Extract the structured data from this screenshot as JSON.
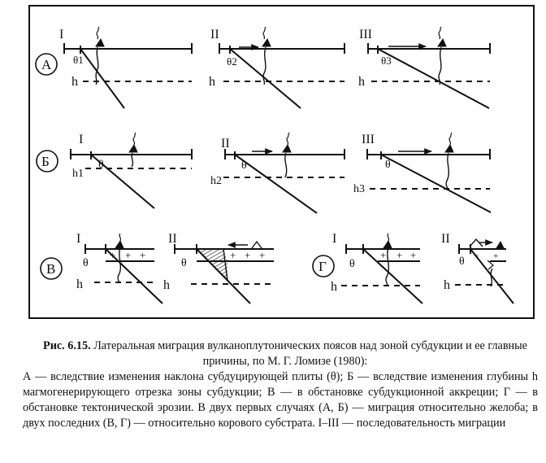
{
  "panels": {
    "A": {
      "letter": "А",
      "stages": [
        "I",
        "II",
        "III"
      ],
      "angles": [
        "θ1",
        "θ2",
        "θ3"
      ],
      "depth": [
        "h",
        "h",
        "h"
      ]
    },
    "B": {
      "letter": "Б",
      "stages": [
        "I",
        "II",
        "III"
      ],
      "angles": [
        "θ",
        "θ",
        "θ"
      ],
      "depth": [
        "h1",
        "h2",
        "h3"
      ]
    },
    "V": {
      "letter": "В",
      "stages": [
        "I",
        "II"
      ],
      "angles": [
        "θ",
        "θ"
      ],
      "depth": [
        "h",
        "h"
      ],
      "plus": "+"
    },
    "G": {
      "letter": "Г",
      "stages": [
        "I",
        "II"
      ],
      "angles": [
        "θ",
        "θ"
      ],
      "depth": [
        "h",
        "h"
      ],
      "plus": "+"
    }
  },
  "caption": {
    "title_bold": "Рис. 6.15.",
    "title_rest": " Латеральная миграция вулканоплутонических поясов над зоной субдукции и ее главные причины, по М. Г. Ломизе (1980):",
    "body": "А — вследствие изменения наклона субдуцирующей плиты (θ); Б — вследствие изменения глубины h магмогенерирующего отрезка зоны субдукции; В — в обстановке субдукционной аккреции; Г — в обстановке тектонической эрозии. В двух первых случаях (А, Б) — миграция относительно желоба; в двух последних (В, Г) — относительно корового субстрата. I–III — последовательность миграции"
  }
}
